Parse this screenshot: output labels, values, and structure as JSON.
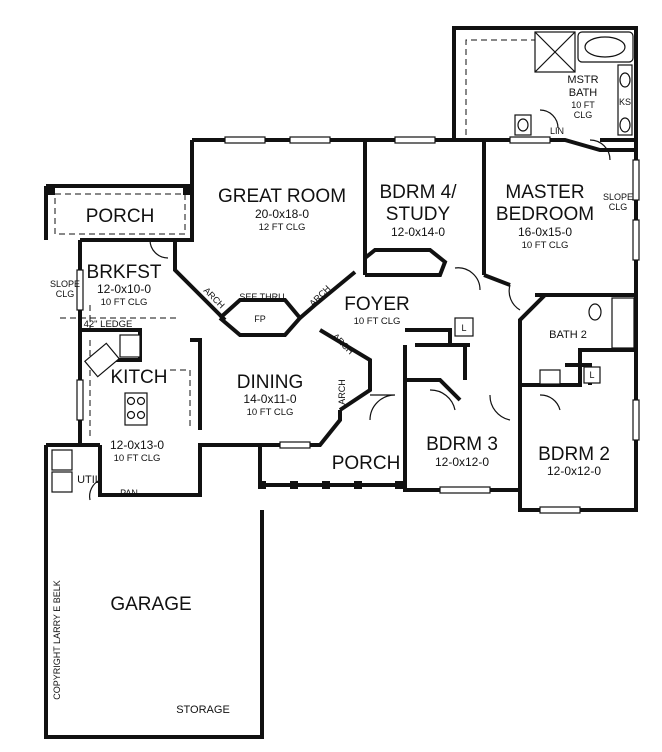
{
  "rooms": {
    "great_room": {
      "name": "GREAT ROOM",
      "dim": "20-0x18-0",
      "clg": "12 FT CLG"
    },
    "bdrm4": {
      "name_line1": "BDRM 4/",
      "name_line2": "STUDY",
      "dim": "12-0x14-0"
    },
    "master_bedroom": {
      "name_line1": "MASTER",
      "name_line2": "BEDROOM",
      "dim": "16-0x15-0",
      "clg": "10 FT CLG"
    },
    "mstr_bath": {
      "name_line1": "MSTR",
      "name_line2": "BATH",
      "clg_line1": "10 FT",
      "clg_line2": "CLG"
    },
    "porch_left": {
      "name": "PORCH"
    },
    "brkfst": {
      "name": "BRKFST",
      "dim": "12-0x10-0",
      "clg": "10 FT CLG"
    },
    "kitch": {
      "name": "KITCH",
      "dim": "12-0x13-0",
      "clg": "10 FT CLG"
    },
    "dining": {
      "name": "DINING",
      "dim": "14-0x11-0",
      "clg": "10 FT CLG"
    },
    "foyer": {
      "name": "FOYER",
      "clg": "10 FT CLG"
    },
    "bath2": {
      "name": "BATH 2"
    },
    "bdrm3": {
      "name": "BDRM 3",
      "dim": "12-0x12-0"
    },
    "bdrm2": {
      "name": "BDRM 2",
      "dim": "12-0x12-0"
    },
    "porch_front": {
      "name": "PORCH"
    },
    "garage": {
      "name": "GARAGE"
    }
  },
  "labels": {
    "see_thru": "SEE THRU",
    "fp": "FP",
    "arch": "ARCH",
    "slope_clg_line1": "SLOPE",
    "slope_clg_line2": "CLG",
    "ledge": "42\" LEDGE",
    "util": "UTIL",
    "pan": "PAN",
    "lin": "LIN",
    "ks": "KS",
    "l": "L",
    "storage": "STORAGE",
    "copyright": "COPYRIGHT LARRY E BELK"
  }
}
